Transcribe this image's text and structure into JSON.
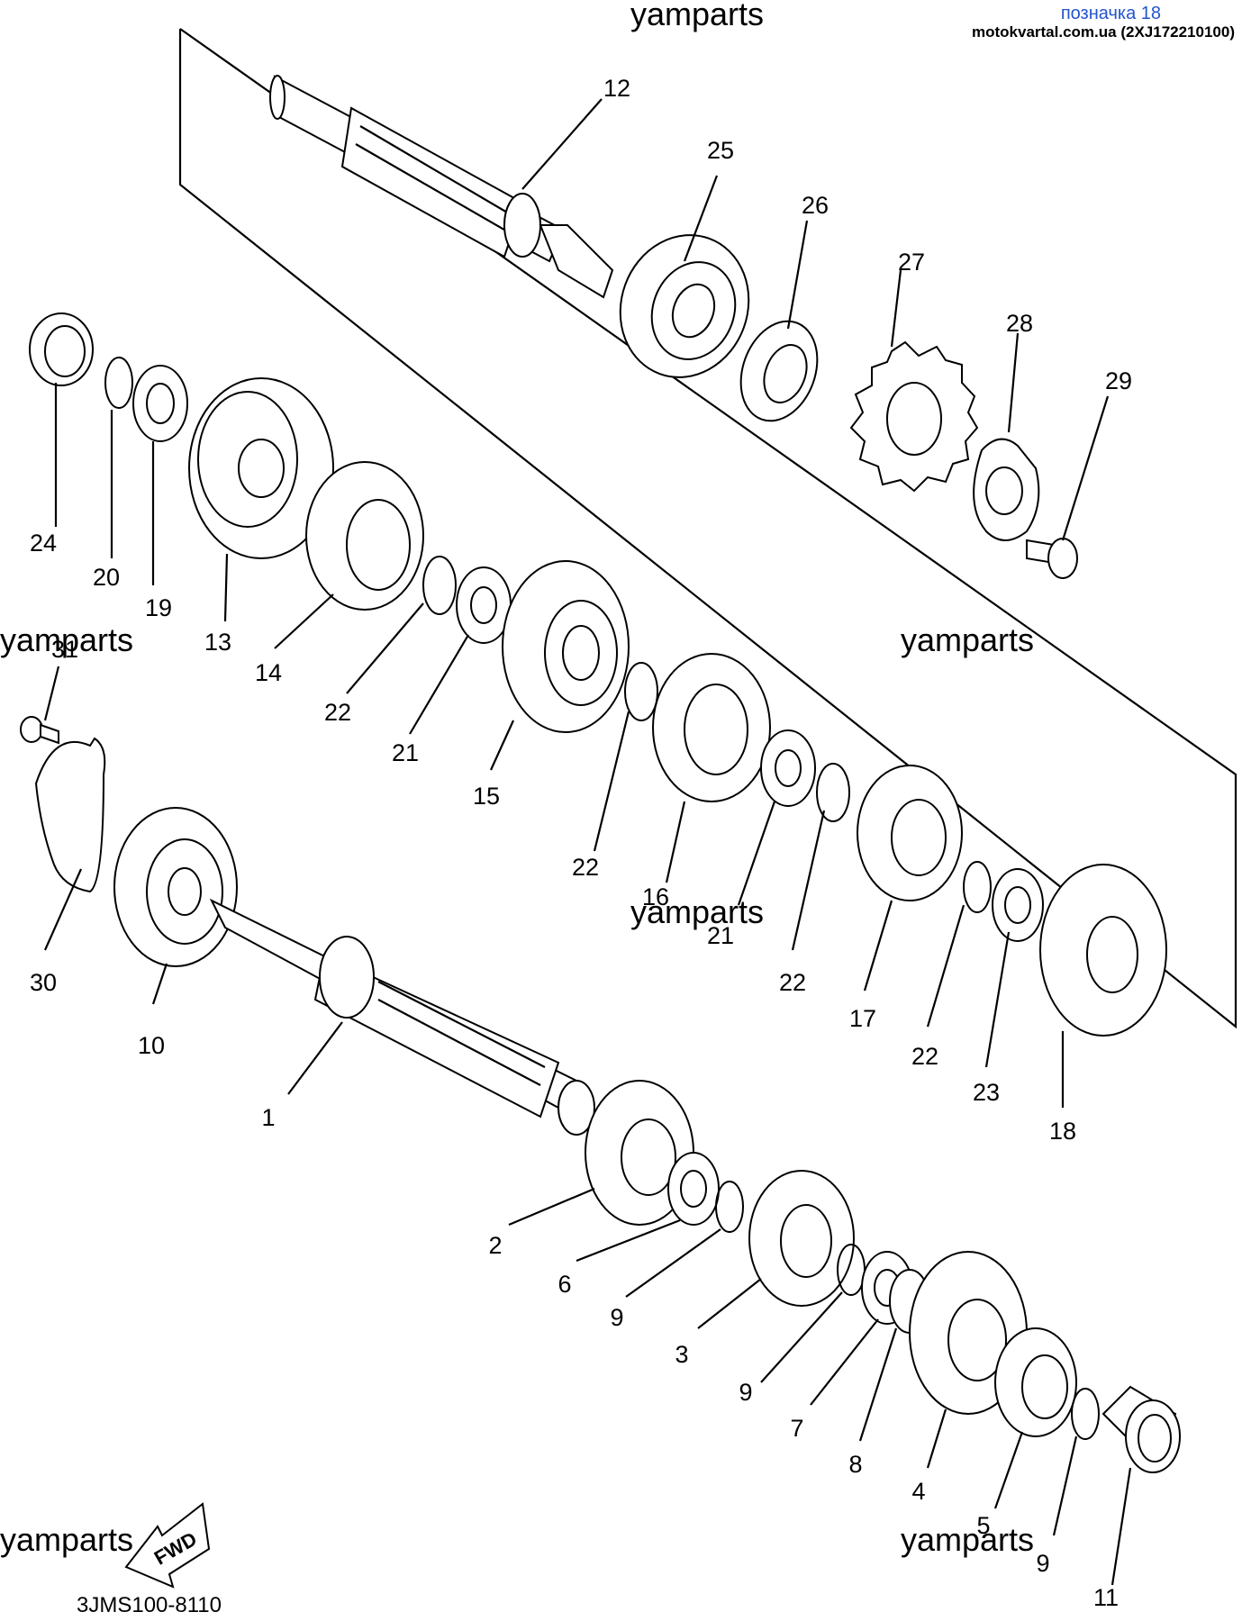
{
  "header": {
    "badge": "позначка 18",
    "source": "motokvartal.com.ua (2XJ172210100)"
  },
  "watermark": "yamparts",
  "diagram_code": "3JMS100-8110",
  "fwd_label": "FWD",
  "callouts": {
    "c1": "1",
    "c2": "2",
    "c3": "3",
    "c4": "4",
    "c5": "5",
    "c6": "6",
    "c7": "7",
    "c8": "8",
    "c9a": "9",
    "c9b": "9",
    "c9c": "9",
    "c10": "10",
    "c11": "11",
    "c12": "12",
    "c13": "13",
    "c14": "14",
    "c15": "15",
    "c16": "16",
    "c17": "17",
    "c18": "18",
    "c19": "19",
    "c20": "20",
    "c21a": "21",
    "c21b": "21",
    "c22a": "22",
    "c22b": "22",
    "c22c": "22",
    "c22d": "22",
    "c23": "23",
    "c24": "24",
    "c25": "25",
    "c26": "26",
    "c27": "27",
    "c28": "28",
    "c29": "29",
    "c30": "30",
    "c31": "31"
  }
}
